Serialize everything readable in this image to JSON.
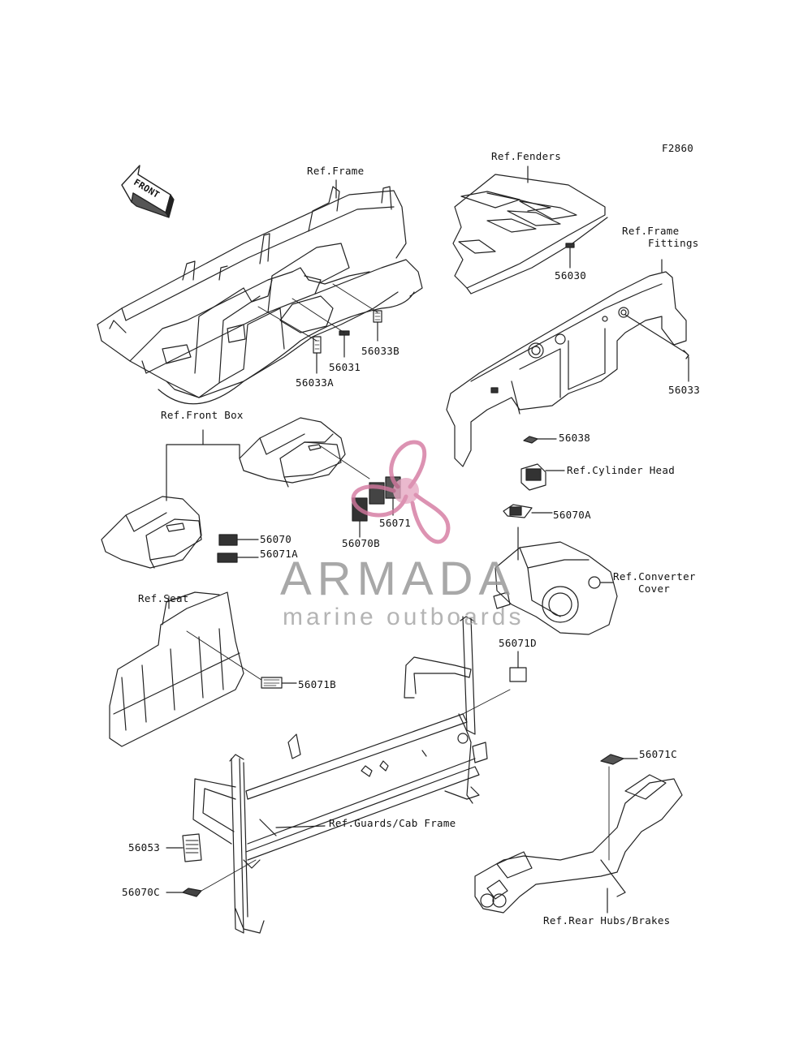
{
  "diagram": {
    "figure_code": "F2860",
    "front_arrow": "FRONT",
    "refs": {
      "frame": "Ref.Frame",
      "fenders": "Ref.Fenders",
      "frame_fittings_1": "Ref.Frame",
      "frame_fittings_2": "Fittings",
      "front_box": "Ref.Front Box",
      "cylinder_head": "Ref.Cylinder Head",
      "converter_1": "Ref.Converter",
      "converter_2": "Cover",
      "seat": "Ref.Seat",
      "guards": "Ref.Guards/Cab Frame",
      "rear_hubs": "Ref.Rear Hubs/Brakes"
    },
    "parts": {
      "p56030": "56030",
      "p56031": "56031",
      "p56033A": "56033A",
      "p56033B": "56033B",
      "p56033": "56033",
      "p56038": "56038",
      "p56070": "56070",
      "p56071A": "56071A",
      "p56070B": "56070B",
      "p56071": "56071",
      "p56070A": "56070A",
      "p56071D": "56071D",
      "p56071B": "56071B",
      "p56071C": "56071C",
      "p56053": "56053",
      "p56070C": "56070C"
    }
  },
  "watermark": {
    "title": "ARMADA",
    "subtitle": "marine outboards",
    "colors": {
      "logo": "#d4789f",
      "text": "#9a9a9a"
    }
  }
}
